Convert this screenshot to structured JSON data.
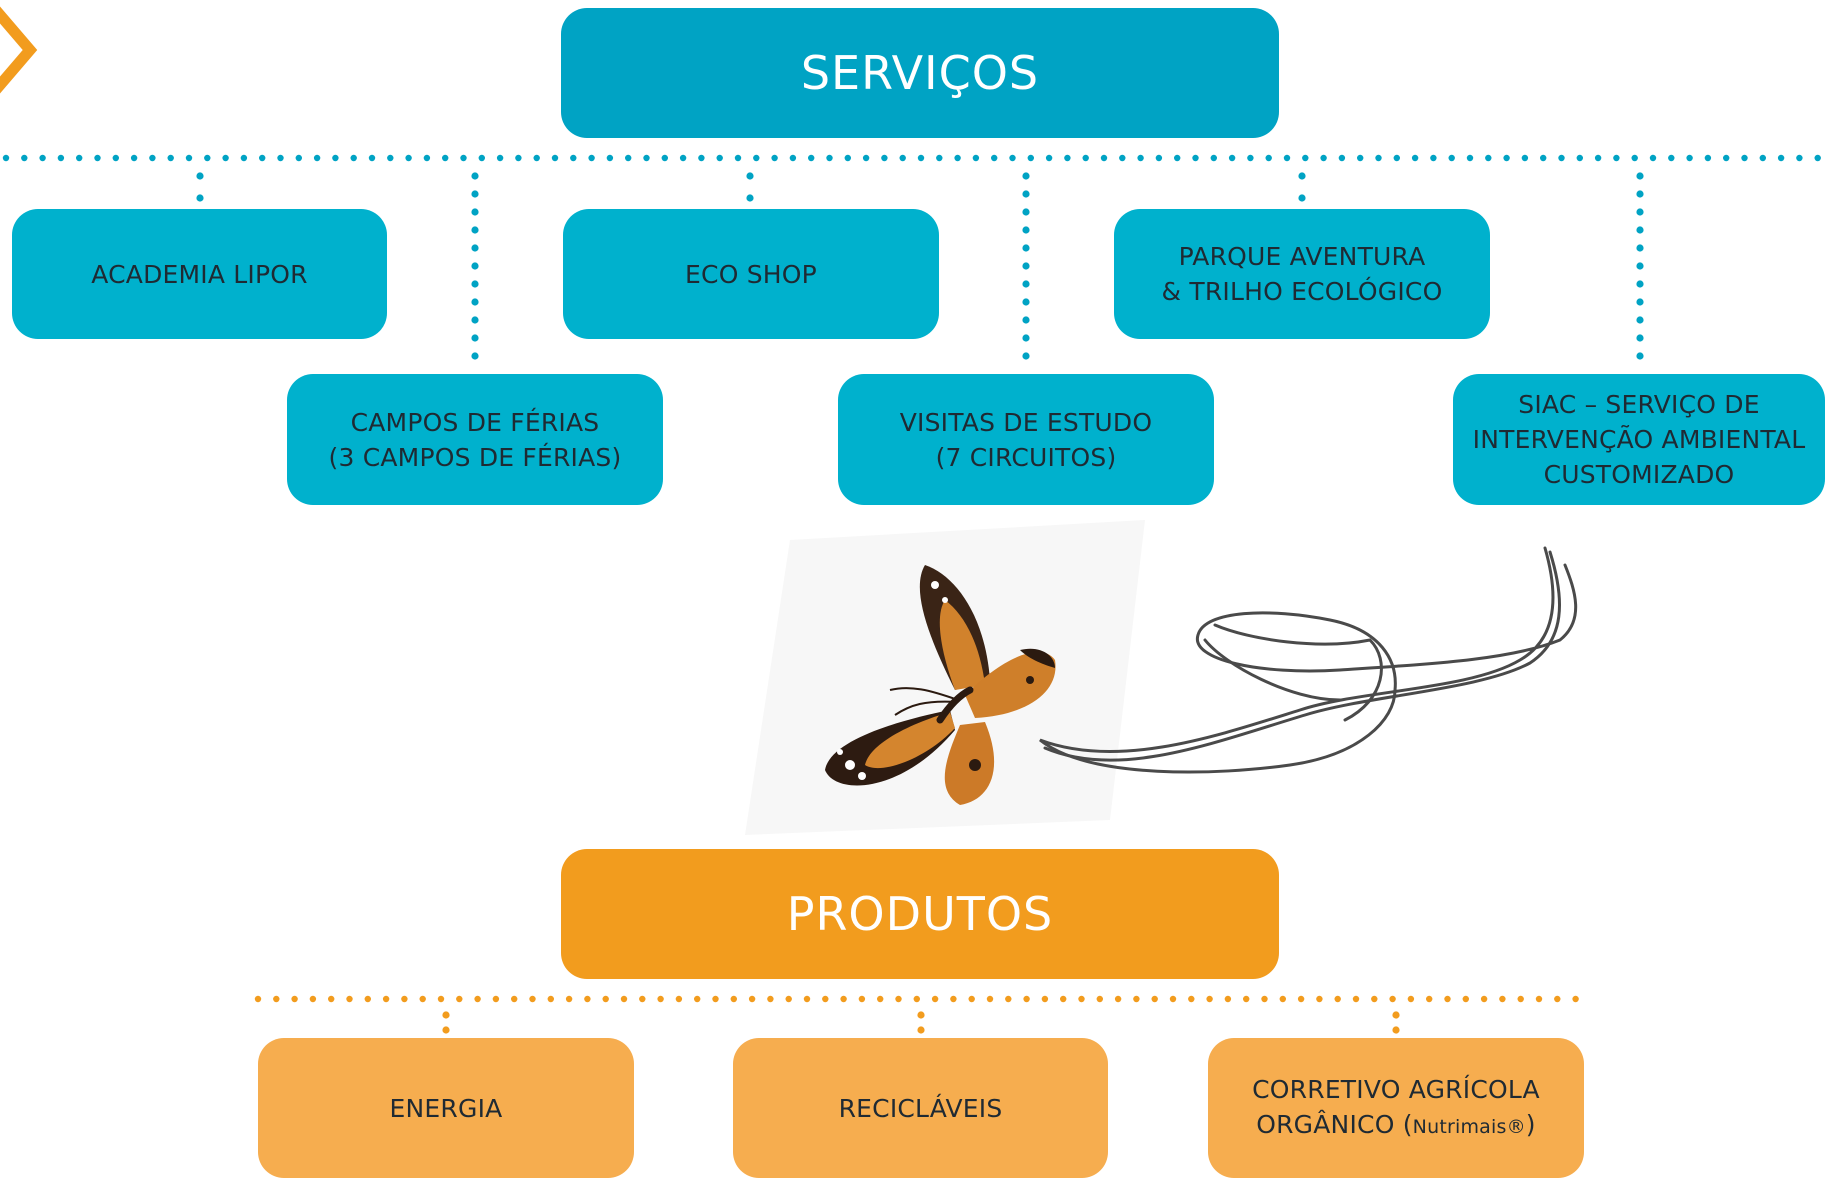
{
  "colors": {
    "services_header": "#00a3c4",
    "services_box": "#00b1cd",
    "services_dots": "#00a3c4",
    "products_header": "#f29c1e",
    "products_box": "#f6ad4f",
    "products_dots": "#f29c1e",
    "text_dark": "#1f2a33",
    "arrow": "#f29c1e",
    "scribble": "#4a4a4a"
  },
  "services": {
    "title": "SERVIÇOS",
    "items": [
      {
        "lines": [
          "ACADEMIA LIPOR"
        ]
      },
      {
        "lines": [
          "CAMPOS DE FÉRIAS",
          "(3 CAMPOS DE FÉRIAS)"
        ]
      },
      {
        "lines": [
          "ECO SHOP"
        ]
      },
      {
        "lines": [
          "VISITAS DE ESTUDO",
          "(7 CIRCUITOS)"
        ]
      },
      {
        "lines": [
          "PARQUE AVENTURA",
          "& TRILHO ECOLÓGICO"
        ]
      },
      {
        "lines": [
          "SIAC – SERVIÇO DE",
          "INTERVENÇÃO AMBIENTAL",
          "CUSTOMIZADO"
        ]
      }
    ]
  },
  "products": {
    "title": "PRODUTOS",
    "items": [
      {
        "lines": [
          "ENERGIA"
        ]
      },
      {
        "lines": [
          "RECICLÁVEIS"
        ]
      },
      {
        "lines": [
          "CORRETIVO AGRÍCOLA",
          "ORGÂNICO ("
        ],
        "brand": "Nutrimais®",
        "brand_close": ")"
      }
    ]
  },
  "icons": {
    "corner_arrow": "chevron-right-icon",
    "butterfly": "butterfly-image",
    "scribble": "scribble-line"
  }
}
